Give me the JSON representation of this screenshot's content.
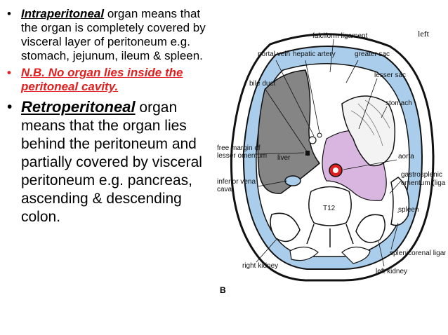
{
  "bullets": [
    {
      "term": "Intraperitoneal",
      "rest": " organ means that the organ is completely covered by visceral layer of peritoneum e.g. stomach, jejunum, ileum & spleen."
    },
    {
      "note": "N.B. No organ lies inside the peritoneal cavity."
    },
    {
      "term": "Retroperitoneal",
      "rest": " organ means  that the organ lies behind the peritoneum and partially covered by visceral peritoneum e.g. pancreas, ascending & descending colon."
    }
  ],
  "figure": {
    "corner_text": "left",
    "letter": "B",
    "labels": {
      "falciform": "falciform ligament",
      "portal_vein": "portal vein",
      "hepatic_artery": "hepatic artery",
      "greater_sac": "greater sac",
      "lesser_sac": "lesser sac",
      "bile_duct": "bile duct",
      "stomach": "stomach",
      "free_margin_1": "free margin of",
      "free_margin_2": "lesser omentum",
      "liver": "liver",
      "aorta": "aorta",
      "gastrosplenic_1": "gastrosplenic",
      "gastrosplenic_2": "omentum (ligament)",
      "ivc_1": "inferior vena",
      "ivc_2": "cava",
      "t12": "T12",
      "spleen": "spleen",
      "splenicorenal": "splenicorenal ligament",
      "right_kidney": "right kidney",
      "left_kidney": "left kidney"
    }
  },
  "colors": {
    "blue": "#a9cdea",
    "lilac": "#d8b6e0",
    "liver": "#858585",
    "red": "#e02020"
  }
}
